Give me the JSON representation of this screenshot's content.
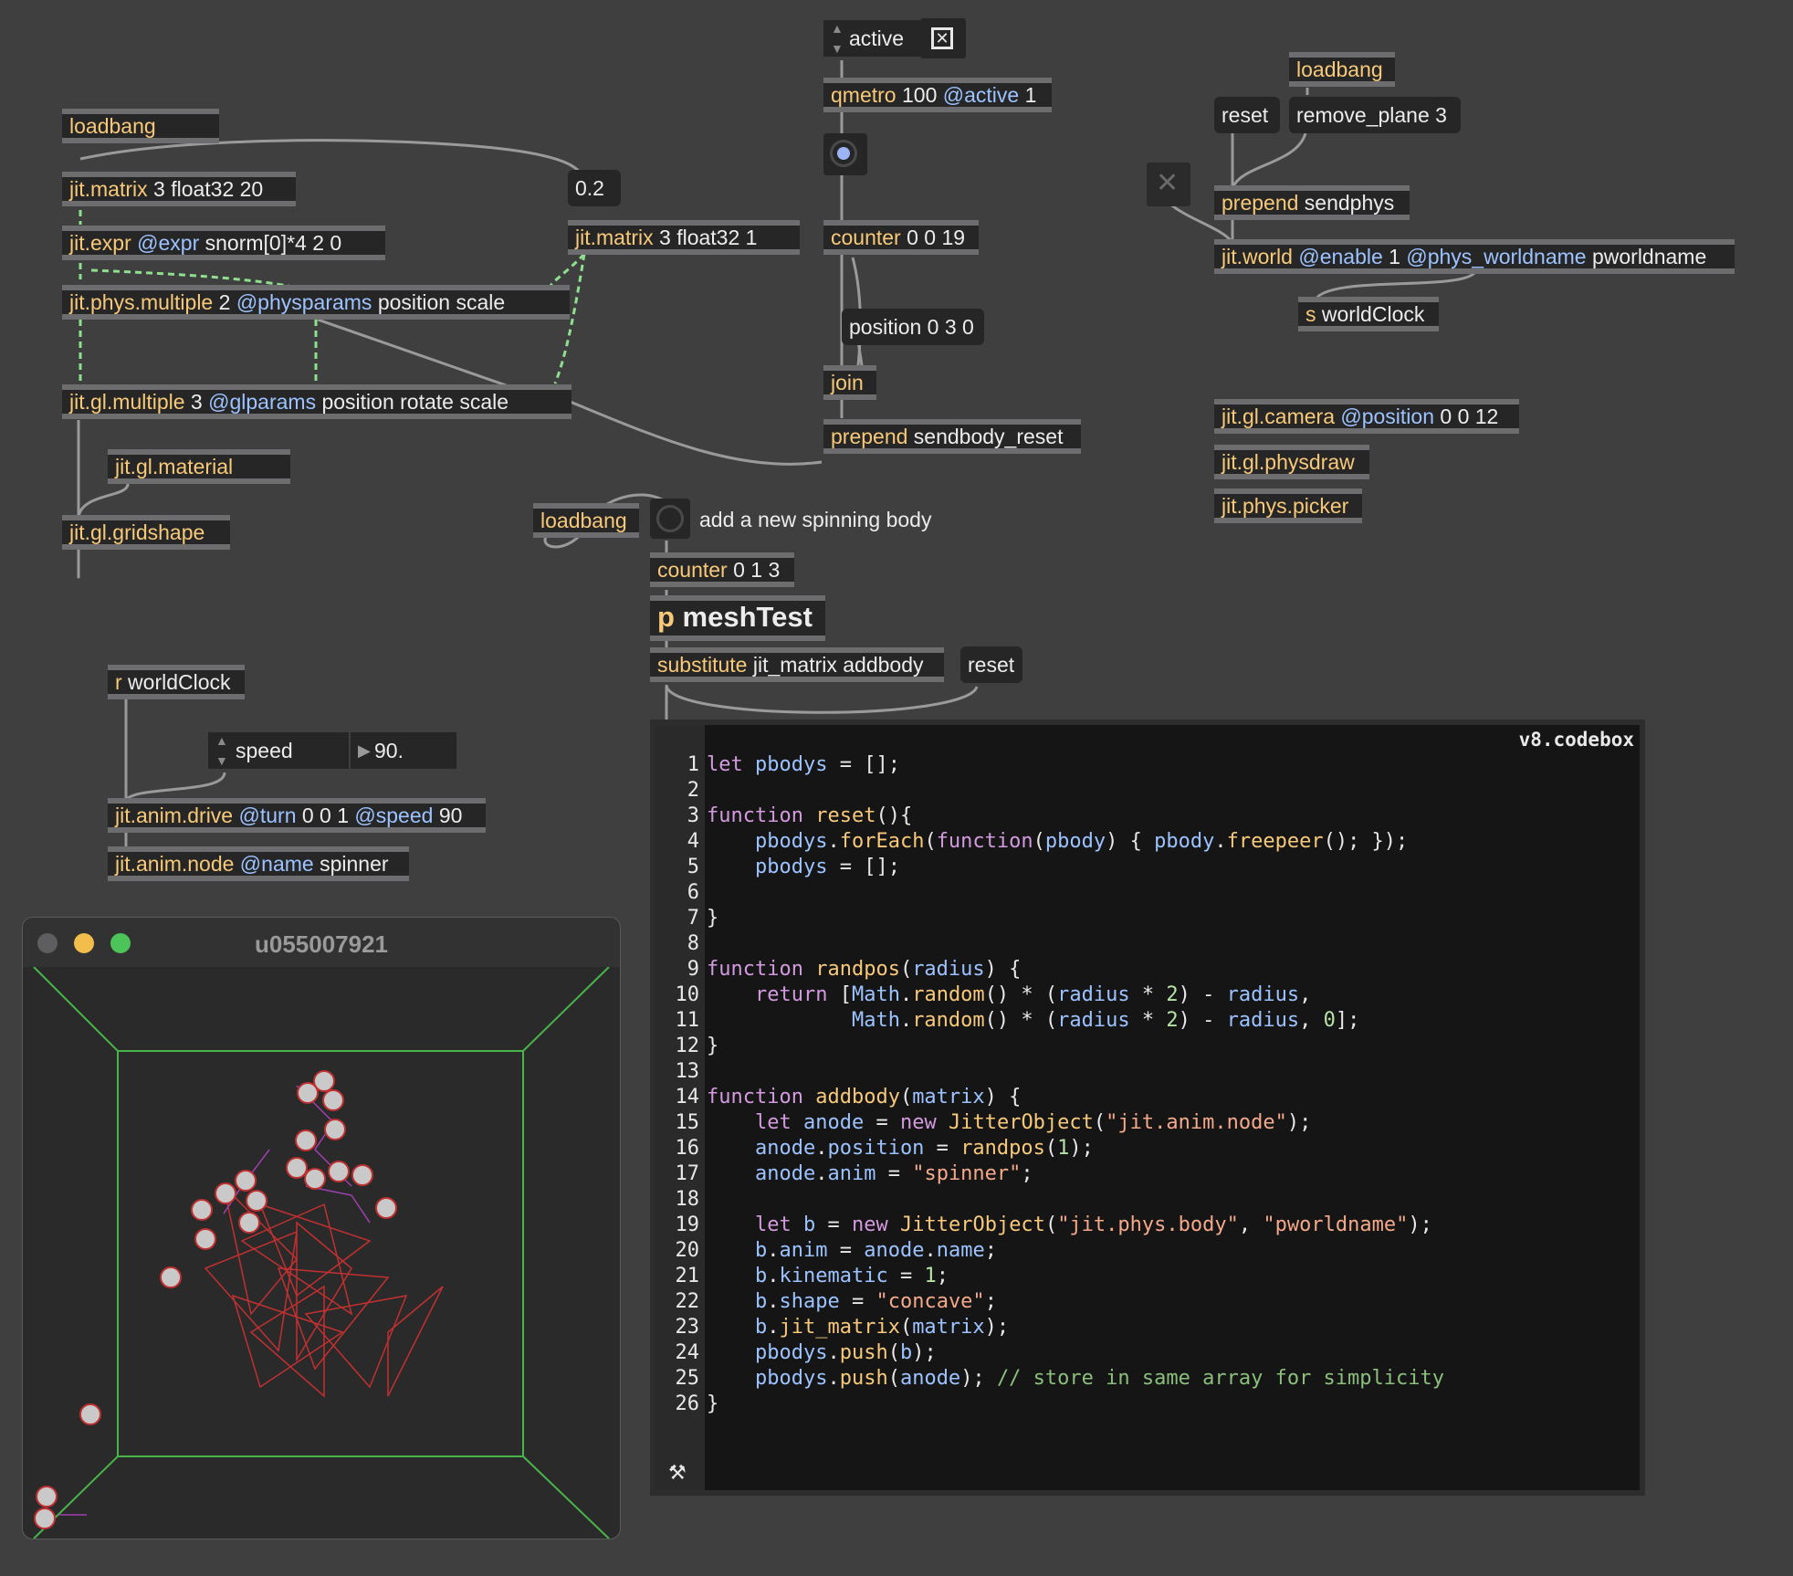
{
  "objects": {
    "loadbang1": {
      "cls": "loadbang",
      "args": ""
    },
    "jitmatrix20": {
      "cls": "jit.matrix",
      "args": " 3 float32 20"
    },
    "msg02": {
      "text": "0.2"
    },
    "jitmatrix1": {
      "cls": "jit.matrix",
      "args": " 3 float32 1"
    },
    "jitexpr": {
      "cls": "jit.expr",
      "attr": " @expr",
      "args": " snorm[0]*4 2 0"
    },
    "physmultiple": {
      "cls": "jit.phys.multiple",
      "args": " 2 ",
      "attr": "@physparams",
      "args2": " position scale"
    },
    "glmultiple": {
      "cls": "jit.gl.multiple",
      "args": " 3 ",
      "attr": "@glparams",
      "args2": " position rotate scale"
    },
    "glmaterial": {
      "cls": "jit.gl.material"
    },
    "glgridshape": {
      "cls": "jit.gl.gridshape"
    },
    "active_label": "active",
    "qmetro": {
      "cls": "qmetro",
      "args": " 100 ",
      "attr": "@active",
      "args2": " 1"
    },
    "counter019": {
      "cls": "counter",
      "args": " 0 0 19"
    },
    "msg_position": {
      "text": "position 0 3 0"
    },
    "join": {
      "cls": "join"
    },
    "prepend_sendbody": {
      "cls": "prepend",
      "args": " sendbody_reset"
    },
    "loadbang2": {
      "cls": "loadbang"
    },
    "msg_reset1": {
      "text": "reset"
    },
    "msg_remove": {
      "text": "remove_plane 3"
    },
    "prepend_sendphys": {
      "cls": "prepend",
      "args": " sendphys"
    },
    "jitworld": {
      "cls": "jit.world",
      "attr": " @enable",
      "args": " 1 ",
      "attr2": "@phys_worldname",
      "args2": " pworldname"
    },
    "s_worldclock": {
      "cls": "s",
      "args": " worldClock"
    },
    "glcamera": {
      "cls": "jit.gl.camera",
      "attr": " @position",
      "args": " 0 0 12"
    },
    "physdraw": {
      "cls": "jit.gl.physdraw"
    },
    "physpicker": {
      "cls": "jit.phys.picker"
    },
    "loadbang3": {
      "cls": "loadbang"
    },
    "comment_spin": "add a new spinning body",
    "counter013": {
      "cls": "counter",
      "args": " 0 1 3"
    },
    "meshtest": {
      "cls": "p",
      "args": " meshTest"
    },
    "substitute": {
      "cls": "substitute",
      "args": " jit_matrix addbody"
    },
    "msg_reset2": {
      "text": "reset"
    },
    "r_worldclock": {
      "cls": "r",
      "args": " worldClock"
    },
    "speed_label": "speed",
    "speed_value": "90.",
    "animdrive": {
      "cls": "jit.anim.drive",
      "attr": " @turn",
      "args": " 0 0 1 ",
      "attr2": "@speed",
      "args2": " 90"
    },
    "animnode": {
      "cls": "jit.anim.node",
      "attr": " @name",
      "args": " spinner"
    }
  },
  "jitter_window": {
    "title": "u055007921"
  },
  "codebox": {
    "title": "v8.codebox",
    "lines": [
      "let pbodys = [];",
      "",
      "function reset(){",
      "    pbodys.forEach(function(pbody) { pbody.freepeer(); });",
      "    pbodys = [];",
      "",
      "}",
      "",
      "function randpos(radius) {",
      "    return [Math.random() * (radius * 2) - radius,",
      "            Math.random() * (radius * 2) - radius, 0];",
      "}",
      "",
      "function addbody(matrix) {",
      "    let anode = new JitterObject(\"jit.anim.node\");",
      "    anode.position = randpos(1);",
      "    anode.anim = \"spinner\";",
      "",
      "    let b = new JitterObject(\"jit.phys.body\", \"pworldname\");",
      "    b.anim = anode.name;",
      "    b.kinematic = 1;",
      "    b.shape = \"concave\";",
      "    b.jit_matrix(matrix);",
      "    pbodys.push(b);",
      "    pbodys.push(anode); // store in same array for simplicity",
      "}"
    ]
  },
  "colors": {
    "background": "#3f3f40",
    "object_bg": "#262626",
    "class_text": "#f7c979",
    "attribute_text": "#9cc3ff",
    "patch_cord": "#9a9a9a",
    "matrix_cord": "#8ee08e",
    "bang_lit": "#9cb4f5"
  }
}
